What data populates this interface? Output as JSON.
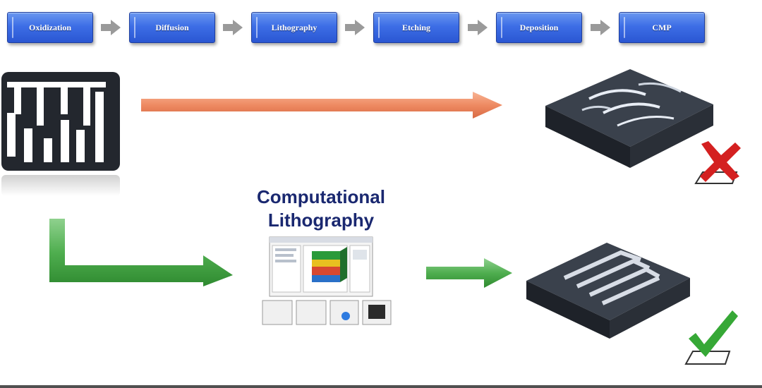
{
  "process_steps": [
    {
      "label": "Oxidization"
    },
    {
      "label": "Diffusion"
    },
    {
      "label": "Lithography"
    },
    {
      "label": "Etching"
    },
    {
      "label": "Deposition"
    },
    {
      "label": "CMP"
    }
  ],
  "center_title": {
    "line1": "Computational",
    "line2": "Lithography"
  },
  "colors": {
    "step_box": "#3d6ee6",
    "title": "#1a2870",
    "orange_arrow": "#f0906a",
    "green_arrow": "#49a84a",
    "fail_mark": "#d42020",
    "pass_mark": "#36a836",
    "chip": "#2e3440"
  },
  "icons": {
    "fail": "red-x-mark-icon",
    "pass": "green-check-mark-icon"
  }
}
